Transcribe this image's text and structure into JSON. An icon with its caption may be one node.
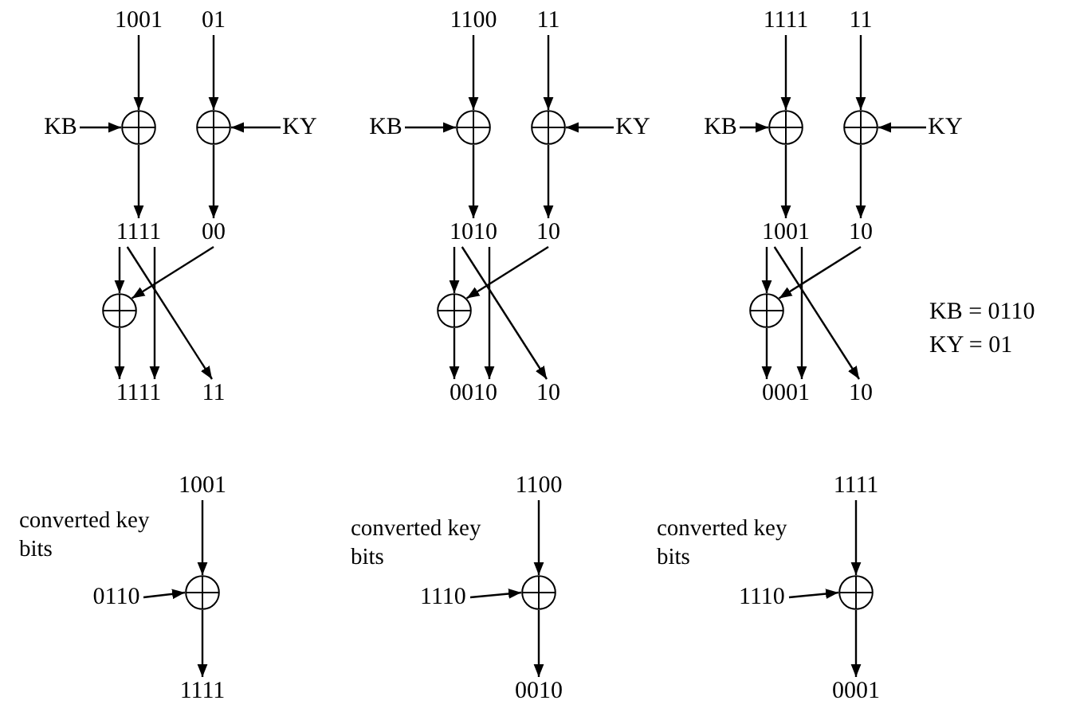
{
  "diagram": {
    "nodes": [
      {
        "text": [
          "1001"
        ]
      },
      {
        "text": [
          "01"
        ]
      },
      {
        "text": [
          "KB"
        ]
      },
      {
        "text": [],
        "shape": "circle"
      },
      {
        "text": [],
        "shape": "circle"
      },
      {
        "text": [
          "KY"
        ]
      },
      {
        "text": [
          "1111"
        ]
      },
      {
        "text": [
          "00"
        ]
      },
      {
        "text": [],
        "shape": "circle"
      },
      {
        "text": [
          "1111"
        ]
      },
      {
        "text": [
          "11"
        ]
      },
      {
        "text": [
          "1100"
        ]
      },
      {
        "text": [
          "11"
        ]
      },
      {
        "text": [
          "KB"
        ]
      },
      {
        "text": [],
        "shape": "circle"
      },
      {
        "text": [],
        "shape": "circle"
      },
      {
        "text": [
          "KY"
        ]
      },
      {
        "text": [
          "1010"
        ]
      },
      {
        "text": [
          "10"
        ]
      },
      {
        "text": [],
        "shape": "circle"
      },
      {
        "text": [
          "0010"
        ]
      },
      {
        "text": [
          "10"
        ]
      },
      {
        "text": [
          "1111"
        ]
      },
      {
        "text": [
          "11"
        ]
      },
      {
        "text": [
          "KB"
        ]
      },
      {
        "text": [],
        "shape": "circle"
      },
      {
        "text": [],
        "shape": "circle"
      },
      {
        "text": [
          "KY"
        ]
      },
      {
        "text": [
          "1001"
        ]
      },
      {
        "text": [
          "10"
        ]
      },
      {
        "text": [],
        "shape": "circle"
      },
      {
        "text": [
          "0001"
        ]
      },
      {
        "text": [
          "10"
        ]
      },
      {
        "text": [
          "1001"
        ]
      },
      {
        "text": [
          "0110"
        ],
        "beside": [
          "converted key bits"
        ]
      },
      {
        "text": [],
        "shape": "circle"
      },
      {
        "text": [
          "1111"
        ]
      },
      {
        "text": [
          "1100"
        ]
      },
      {
        "text": [
          "1110"
        ],
        "beside": [
          "converted key bits"
        ]
      },
      {
        "text": [],
        "shape": "circle"
      },
      {
        "text": [
          "0010"
        ]
      },
      {
        "text": [
          "1111"
        ]
      },
      {
        "text": [
          "1110"
        ],
        "beside": [
          "converted key bits"
        ]
      },
      {
        "text": [],
        "shape": "circle"
      },
      {
        "text": [
          "0001"
        ]
      }
    ],
    "edges": [
      {
        "from": 0,
        "to": 3,
        "arrow": "to"
      },
      {
        "from": 1,
        "to": 4,
        "arrow": "to"
      },
      {
        "from": 2,
        "to": 3,
        "arrow": "to"
      },
      {
        "from": 5,
        "to": 4,
        "arrow": "to"
      },
      {
        "from": 3,
        "to": 6,
        "arrow": "to"
      },
      {
        "from": 4,
        "to": 7,
        "arrow": "to"
      },
      {
        "from": 6,
        "to": 8,
        "arrow": "to"
      },
      {
        "from": 7,
        "to": 8,
        "arrow": "to"
      },
      {
        "from": 8,
        "to": 9,
        "arrow": "to"
      },
      {
        "from": 6,
        "to": 9,
        "arrow": "to"
      },
      {
        "from": 6,
        "to": 10,
        "arrow": "to"
      },
      {
        "from": 11,
        "to": 14,
        "arrow": "to"
      },
      {
        "from": 12,
        "to": 15,
        "arrow": "to"
      },
      {
        "from": 13,
        "to": 14,
        "arrow": "to"
      },
      {
        "from": 16,
        "to": 15,
        "arrow": "to"
      },
      {
        "from": 14,
        "to": 17,
        "arrow": "to"
      },
      {
        "from": 15,
        "to": 18,
        "arrow": "to"
      },
      {
        "from": 17,
        "to": 19,
        "arrow": "to"
      },
      {
        "from": 18,
        "to": 19,
        "arrow": "to"
      },
      {
        "from": 19,
        "to": 20,
        "arrow": "to"
      },
      {
        "from": 17,
        "to": 20,
        "arrow": "to"
      },
      {
        "from": 17,
        "to": 21,
        "arrow": "to"
      },
      {
        "from": 22,
        "to": 25,
        "arrow": "to"
      },
      {
        "from": 23,
        "to": 26,
        "arrow": "to"
      },
      {
        "from": 24,
        "to": 25,
        "arrow": "to"
      },
      {
        "from": 27,
        "to": 26,
        "arrow": "to"
      },
      {
        "from": 25,
        "to": 28,
        "arrow": "to"
      },
      {
        "from": 26,
        "to": 29,
        "arrow": "to"
      },
      {
        "from": 28,
        "to": 30,
        "arrow": "to"
      },
      {
        "from": 29,
        "to": 30,
        "arrow": "to"
      },
      {
        "from": 30,
        "to": 31,
        "arrow": "to"
      },
      {
        "from": 28,
        "to": 31,
        "arrow": "to"
      },
      {
        "from": 28,
        "to": 32,
        "arrow": "to"
      },
      {
        "from": 33,
        "to": 35,
        "arrow": "to"
      },
      {
        "from": 34,
        "to": 35,
        "arrow": "to"
      },
      {
        "from": 35,
        "to": 36,
        "arrow": "to"
      },
      {
        "from": 37,
        "to": 39,
        "arrow": "to"
      },
      {
        "from": 38,
        "to": 39,
        "arrow": "to"
      },
      {
        "from": 39,
        "to": 40,
        "arrow": "to"
      },
      {
        "from": 41,
        "to": 43,
        "arrow": "to"
      },
      {
        "from": 42,
        "to": 43,
        "arrow": "to"
      },
      {
        "from": 43,
        "to": 44,
        "arrow": "to"
      }
    ],
    "labels": [
      "KB = 0110",
      "KY = 01"
    ]
  }
}
